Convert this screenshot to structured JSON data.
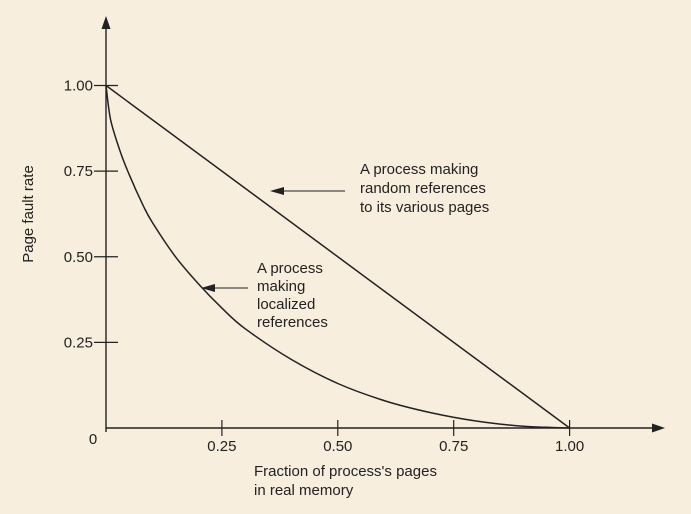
{
  "chart_data": {
    "type": "line",
    "title": "",
    "xlabel_lines": [
      "Fraction of process's pages",
      "in real memory"
    ],
    "ylabel": "Page fault rate",
    "xlim": [
      0,
      1.2
    ],
    "ylim": [
      0,
      1.2
    ],
    "origin_label": "0",
    "x_ticks": [
      {
        "value": 0.25,
        "label": "0.25"
      },
      {
        "value": 0.5,
        "label": "0.50"
      },
      {
        "value": 0.75,
        "label": "0.75"
      },
      {
        "value": 1.0,
        "label": "1.00"
      }
    ],
    "y_ticks": [
      {
        "value": 0.25,
        "label": "0.25"
      },
      {
        "value": 0.5,
        "label": "0.50"
      },
      {
        "value": 0.75,
        "label": "0.75"
      },
      {
        "value": 1.0,
        "label": "1.00"
      }
    ],
    "grid": false,
    "series": [
      {
        "x": [
          0,
          1.0
        ],
        "y": [
          1.0,
          0
        ]
      },
      {
        "x": [
          0,
          0.01,
          0.03,
          0.05,
          0.08,
          0.1,
          0.15,
          0.2,
          0.25,
          0.3,
          0.4,
          0.5,
          0.6,
          0.7,
          0.8,
          0.9,
          0.95,
          1.0
        ],
        "y": [
          1.0,
          0.9,
          0.81,
          0.74,
          0.65,
          0.6,
          0.5,
          0.42,
          0.35,
          0.29,
          0.2,
          0.13,
          0.08,
          0.045,
          0.02,
          0.005,
          0.002,
          0
        ]
      }
    ],
    "annotations": [
      {
        "lines": [
          "A process making",
          "random references",
          "to its various pages"
        ]
      },
      {
        "lines": [
          "A process",
          "making",
          "localized",
          "references"
        ]
      }
    ],
    "colors": {
      "background": "#f7eedd",
      "ink": "#222222"
    }
  }
}
